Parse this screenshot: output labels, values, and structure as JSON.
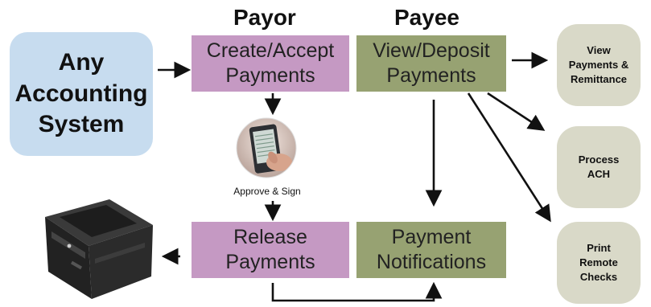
{
  "headers": {
    "payor": "Payor",
    "payee": "Payee"
  },
  "source": {
    "lines": [
      "Any",
      "Accounting",
      "System"
    ]
  },
  "create_payments": {
    "lines": [
      "Create/Accept",
      "Payments"
    ]
  },
  "view_deposit": {
    "lines": [
      "View/Deposit",
      "Payments"
    ]
  },
  "release_payments": {
    "lines": [
      "Release",
      "Payments"
    ]
  },
  "payment_notifications": {
    "lines": [
      "Payment",
      "Notifications"
    ]
  },
  "view_remittance": {
    "lines": [
      "View",
      "Payments &",
      "Remittance"
    ]
  },
  "process_ach": {
    "lines": [
      "Process",
      "ACH"
    ]
  },
  "print_checks": {
    "lines": [
      "Print",
      "Remote",
      "Checks"
    ]
  },
  "approve_caption": "Approve & Sign",
  "colors": {
    "source": "#c7dcef",
    "payor": "#c599c3",
    "payee": "#97a272",
    "output": "#d9d9c8",
    "arrow": "#111111"
  }
}
